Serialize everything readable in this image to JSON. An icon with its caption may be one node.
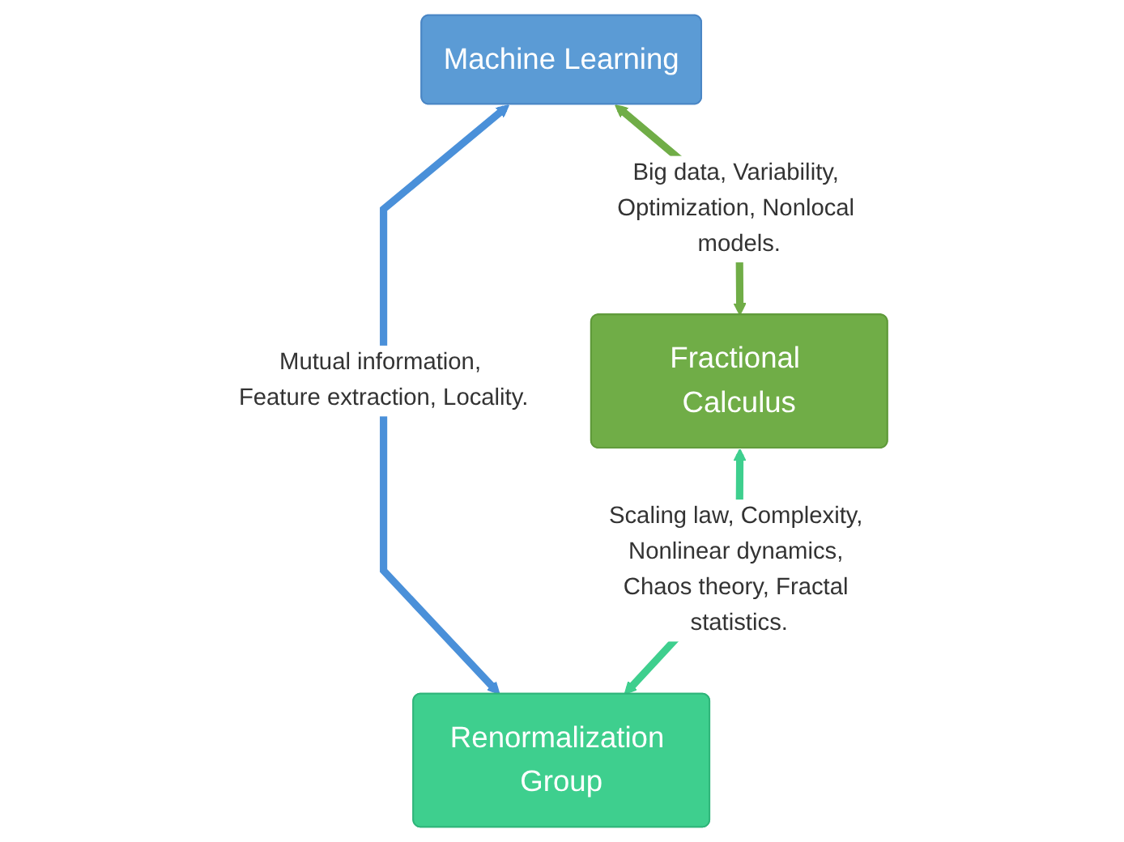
{
  "diagram": {
    "nodes": [
      {
        "text": [
          "Machine Learning"
        ]
      },
      {
        "text": [
          "Fractional Calculus"
        ]
      },
      {
        "text": [
          "Renormalization Group"
        ]
      }
    ],
    "edges": [
      {
        "from": 0,
        "to": 1,
        "arrow": "both",
        "color": "#70ad47",
        "label": "Big data, Variability, Optimization, Nonlocal models."
      },
      {
        "from": 0,
        "to": 2,
        "arrow": "both",
        "color": "#4a90d9",
        "label": "Mutual information, Feature extraction, Locality."
      },
      {
        "from": 1,
        "to": 2,
        "arrow": "both",
        "color": "#3ecf8e",
        "label": "Scaling law, Complexity, Nonlinear dynamics, Chaos theory, Fractal statistics."
      }
    ]
  }
}
